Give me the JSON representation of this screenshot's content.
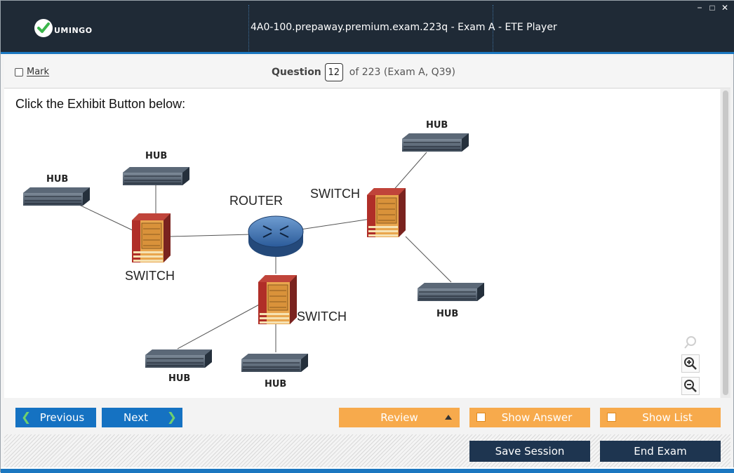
{
  "app": {
    "logo_text": "UMINGO",
    "title": "4A0-100.prepaway.premium.exam.223q - Exam A - ETE Player",
    "window_controls": [
      "minimize-icon",
      "maximize-icon",
      "close-icon"
    ]
  },
  "question_bar": {
    "mark_label": "Mark",
    "question_label": "Question",
    "question_number": "12",
    "of_text": "of 223 (Exam A, Q39)"
  },
  "content": {
    "prompt": "Click the Exhibit Button below:",
    "diagram": {
      "hub_label": "HUB",
      "switch_label": "SWITCH",
      "router_label": "ROUTER"
    }
  },
  "navigation": {
    "previous_label": "Previous",
    "next_label": "Next",
    "review_label": "Review",
    "show_answer_label": "Show Answer",
    "show_list_label": "Show List"
  },
  "footer": {
    "save_label": "Save Session",
    "end_label": "End Exam"
  },
  "colors": {
    "titlebar": "#1f2a36",
    "accent_blue": "#1572c2",
    "accent_orange": "#f7aa4c",
    "dark_button": "#1e3550",
    "logo_green": "#3ab54a"
  }
}
